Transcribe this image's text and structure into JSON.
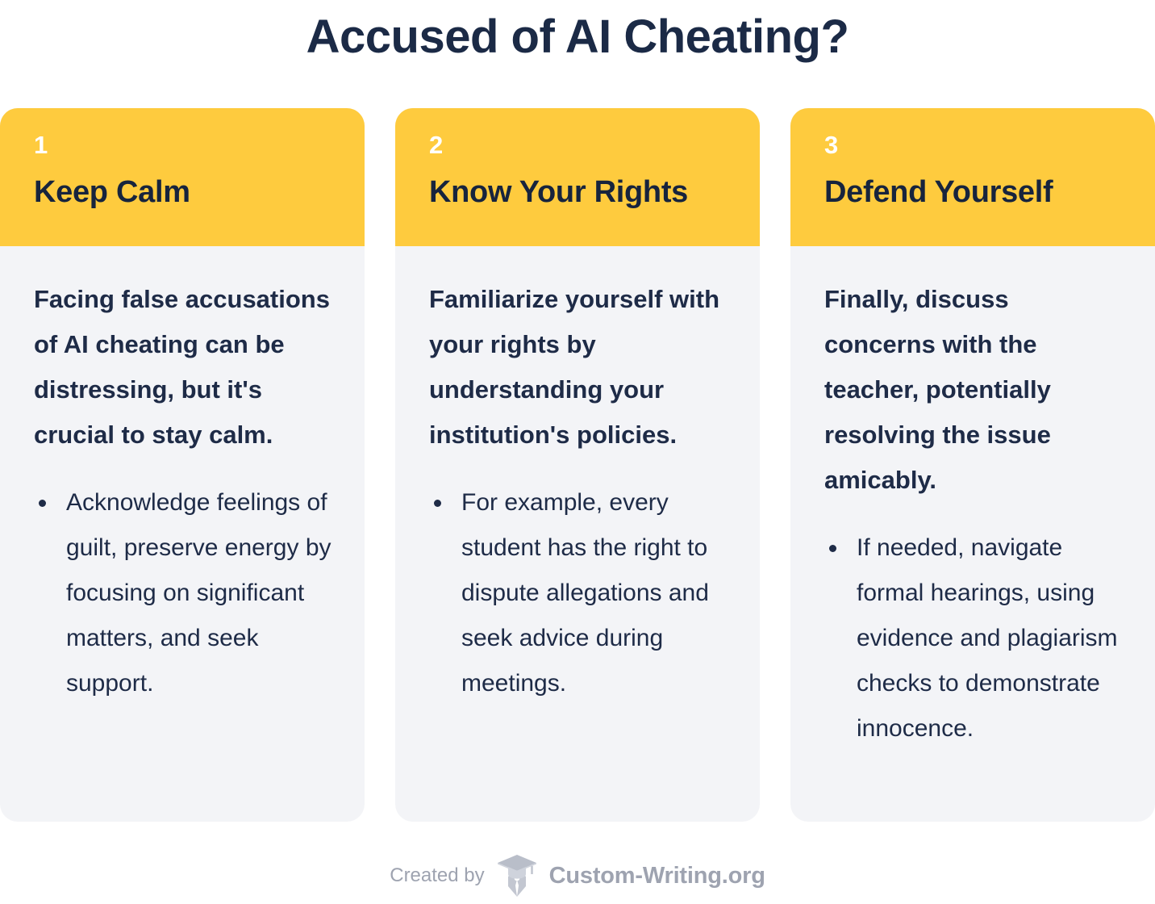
{
  "page": {
    "title": "Accused of AI Cheating?",
    "accent_color": "#FECB3E",
    "text_color": "#1E2B47",
    "card_bg_color": "#F3F4F7",
    "footer_text_color": "#9EA3B0"
  },
  "cards": [
    {
      "number": "1",
      "title": "Keep Calm",
      "intro": "Facing false accusations of AI cheating can be distressing, but it's crucial to stay calm.",
      "bullets": [
        "Acknowledge feelings of guilt, preserve energy by focusing on significant matters, and seek support."
      ]
    },
    {
      "number": "2",
      "title": "Know Your Rights",
      "intro": "Familiarize yourself with your rights by understanding your institution's policies.",
      "bullets": [
        "For example, every student has the right to dispute allegations and seek advice during meetings."
      ]
    },
    {
      "number": "3",
      "title": "Defend Yourself",
      "intro": "Finally, discuss concerns with the teacher, potentially resolving the issue amicably.",
      "bullets": [
        "If needed, navigate formal hearings, using evidence and plagiarism checks to demonstrate innocence."
      ]
    }
  ],
  "footer": {
    "created_by": "Created by",
    "brand": "Custom-Writing.org",
    "logo_icon": "graduation-cap-pen-nib-icon"
  }
}
